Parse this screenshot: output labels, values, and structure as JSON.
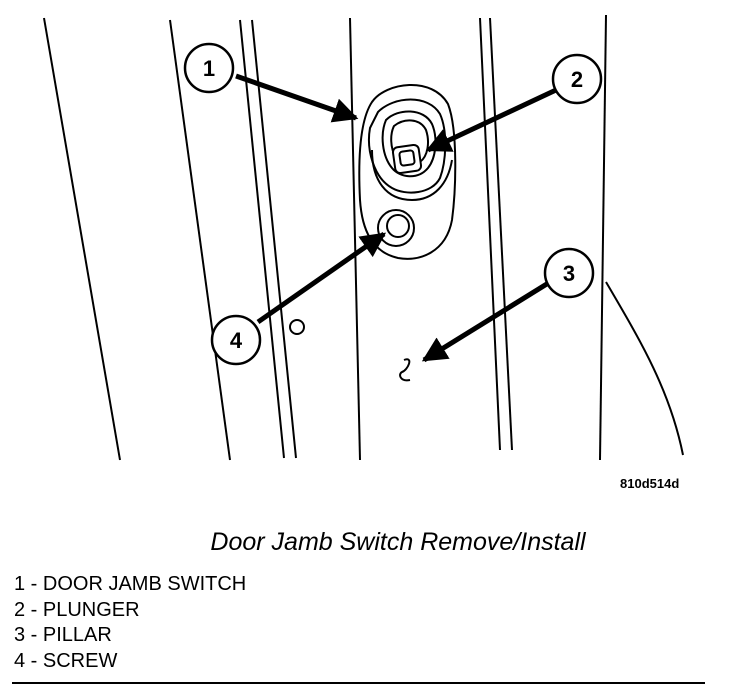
{
  "figure": {
    "callouts": [
      {
        "number": "1"
      },
      {
        "number": "2"
      },
      {
        "number": "3"
      },
      {
        "number": "4"
      }
    ],
    "reference_code": "810d514d"
  },
  "caption": "Door Jamb Switch Remove/Install",
  "legend": [
    "1 - DOOR JAMB SWITCH",
    "2 - PLUNGER",
    "3 - PILLAR",
    "4 - SCREW"
  ],
  "colors": {
    "line": "#000000",
    "background": "#ffffff"
  }
}
